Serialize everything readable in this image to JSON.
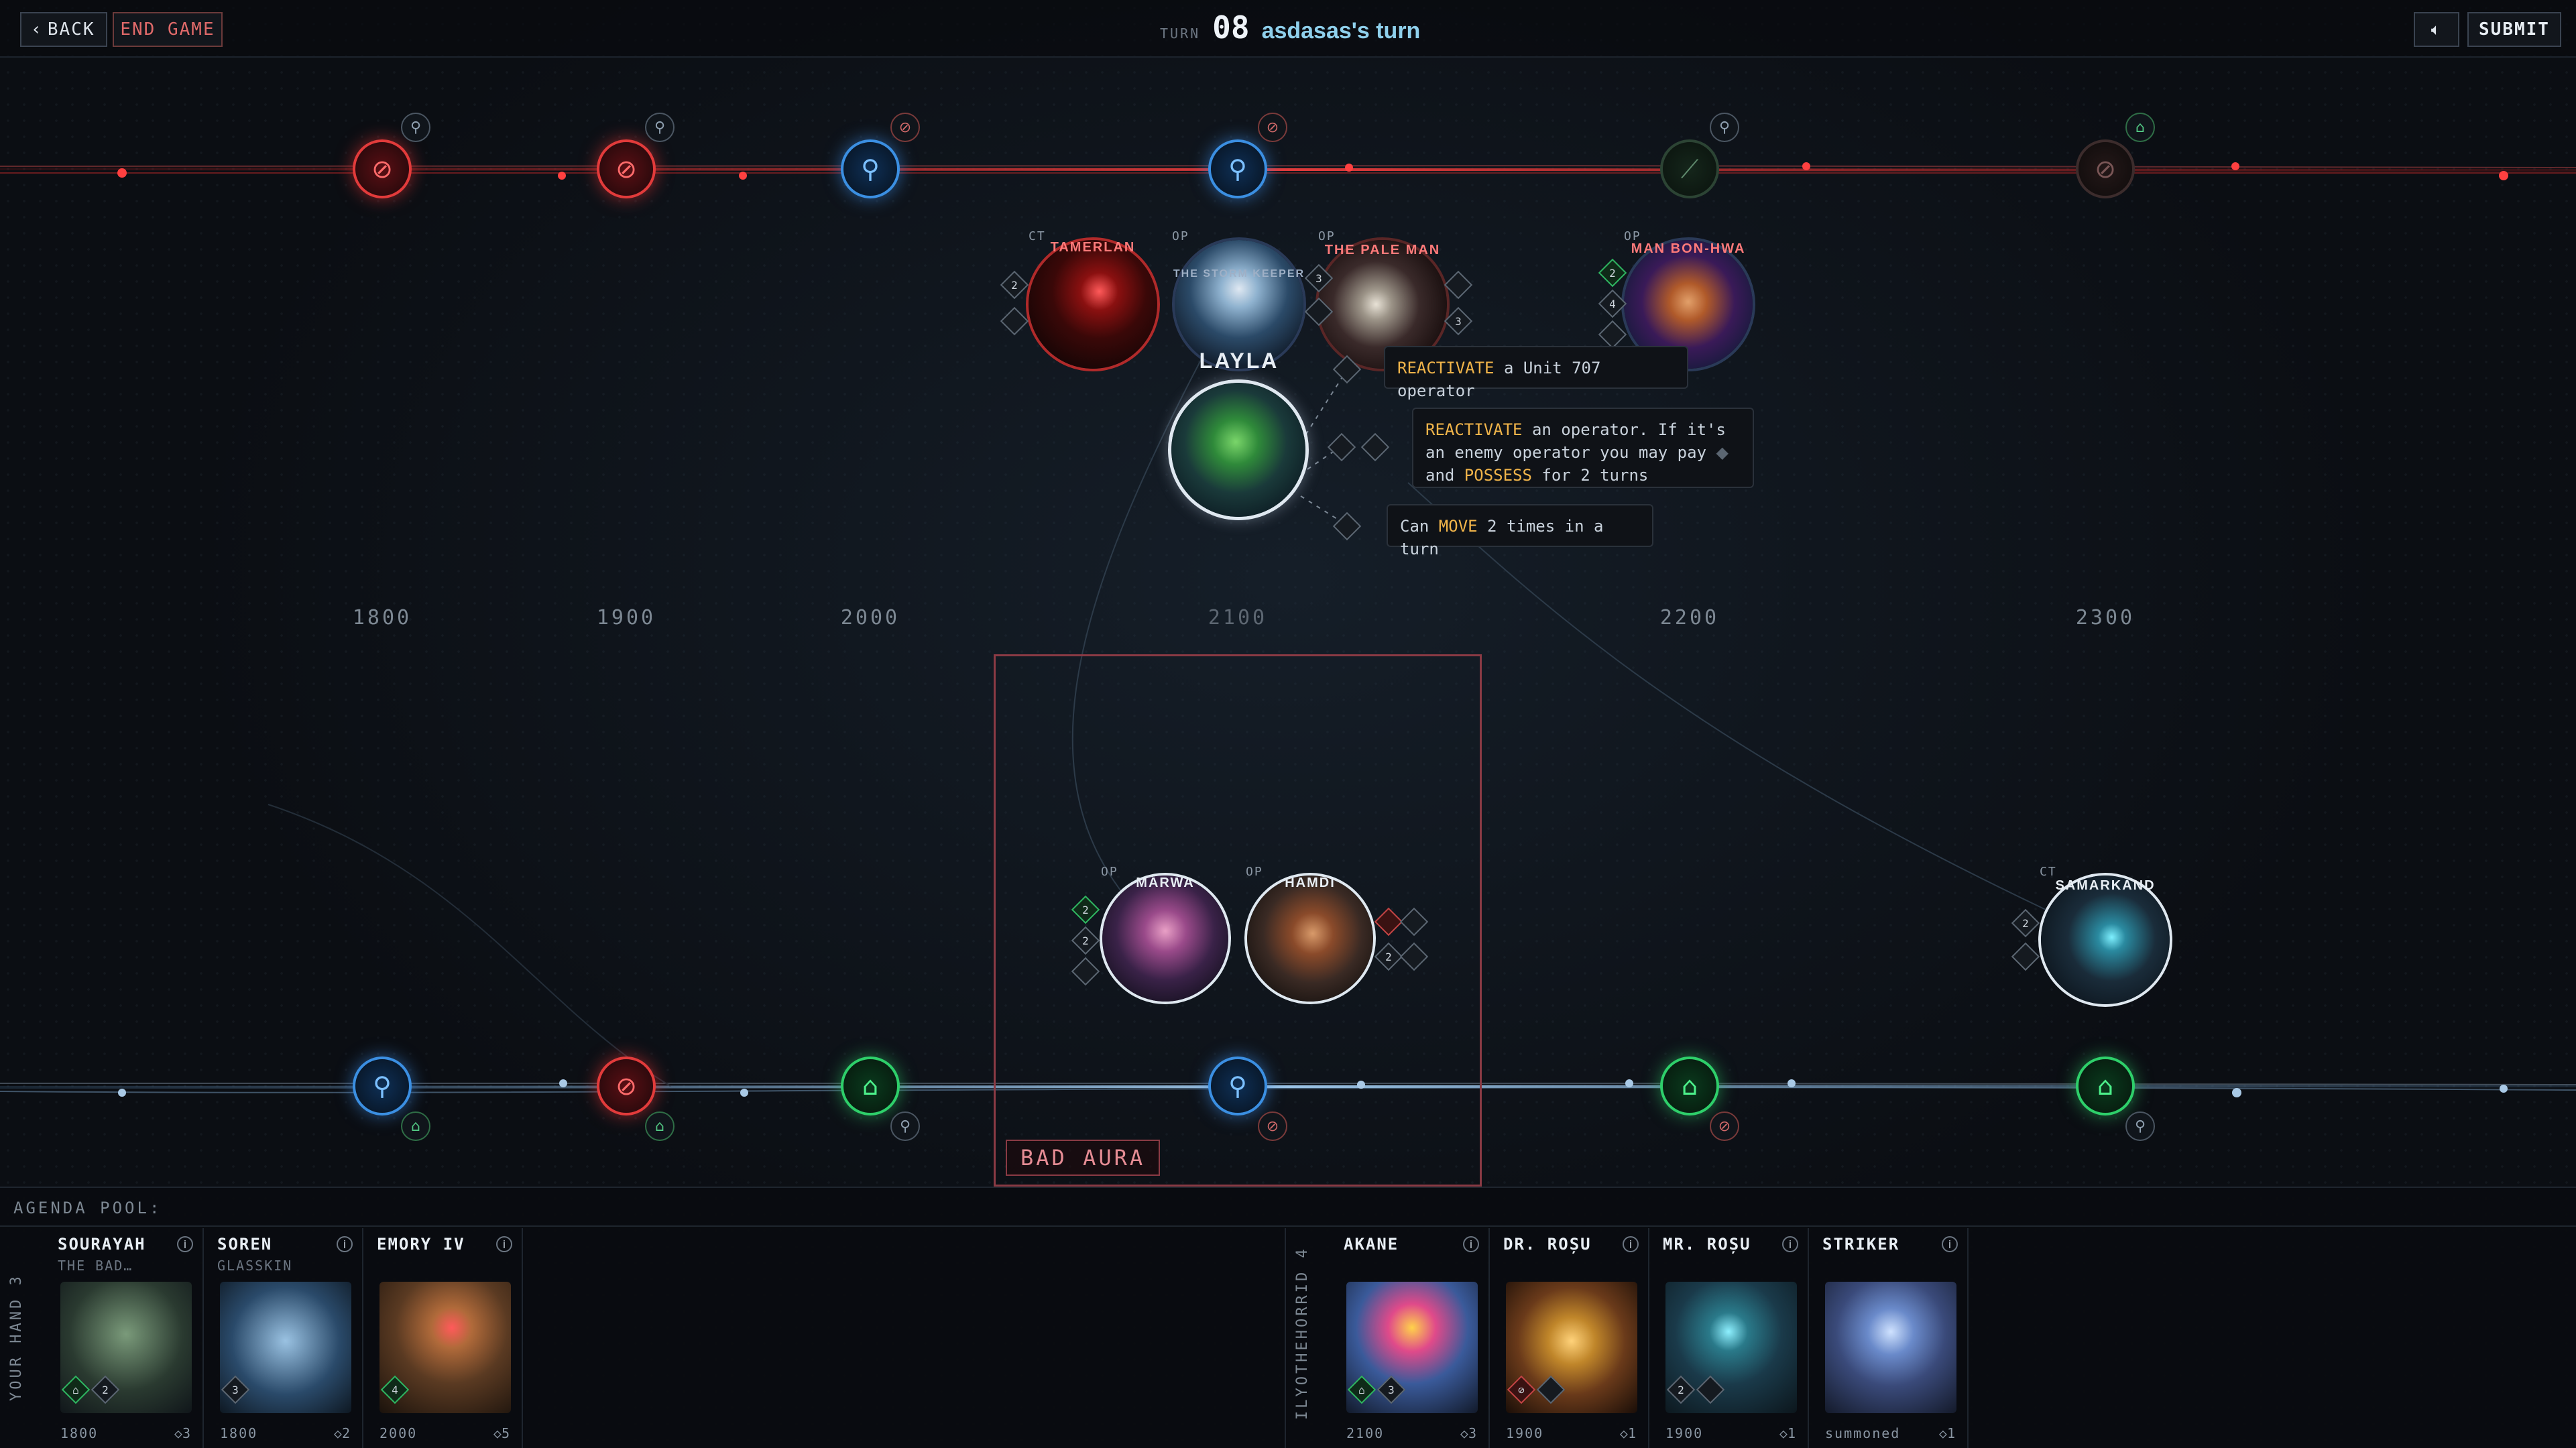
{
  "header": {
    "back_label": "BACK",
    "end_label": "END GAME",
    "turn_label": "TURN",
    "turn_number": "08",
    "turn_player": "asdasas's turn",
    "submit_label": "SUBMIT"
  },
  "timeline": {
    "years": [
      "1800",
      "1900",
      "2000",
      "2100",
      "2200",
      "2300"
    ]
  },
  "board": {
    "top_tokens": [
      {
        "name": "TAMERLAN",
        "type": "CT"
      },
      {
        "name": "THE STORM KEEPER",
        "type": "OP"
      },
      {
        "name": "THE PALE MAN",
        "type": "OP"
      },
      {
        "name": "MAN BON-HWA",
        "type": "OP"
      }
    ],
    "selected_name": "LAYLA",
    "abilities": [
      {
        "kw": "REACTIVATE",
        "rest": " a Unit 707 operator"
      },
      {
        "kw": "REACTIVATE",
        "rest": " an operator. If it's an enemy operator you may pay",
        "tail": "and ",
        "kw2": "POSSESS",
        "rest2": " for 2 turns"
      },
      {
        "pre": "Can ",
        "kw": "MOVE",
        "rest": " 2 times in a turn"
      }
    ],
    "bottom_tokens": [
      {
        "name": "MARWA",
        "type": "OP"
      },
      {
        "name": "HAMDI",
        "type": "OP"
      },
      {
        "name": "SAMARKAND",
        "type": "CT"
      }
    ],
    "aura_label": "BAD AURA"
  },
  "agenda": {
    "pool_label": "AGENDA POOL:",
    "your_hand_label": "YOUR HAND 3",
    "opponent_hand_label": "ILYOTHEHORRID 4",
    "your_cards": [
      {
        "name": "SOURAYAH",
        "sub": "THE BAD…",
        "year": "1800",
        "cost": "◇3",
        "b1": "",
        "b2": "2"
      },
      {
        "name": "SOREN",
        "sub": "GLASSKIN",
        "year": "1800",
        "cost": "◇2",
        "b1": "3",
        "b2": ""
      },
      {
        "name": "EMORY IV",
        "sub": "",
        "year": "2000",
        "cost": "◇5",
        "b1": "4",
        "b2": ""
      }
    ],
    "opponent_cards": [
      {
        "name": "AKANE",
        "sub": "",
        "year": "2100",
        "cost": "◇3",
        "b1": "",
        "b2": "3"
      },
      {
        "name": "DR. ROȘU",
        "sub": "",
        "year": "1900",
        "cost": "◇1",
        "b1": "",
        "b2": ""
      },
      {
        "name": "MR. ROȘU",
        "sub": "",
        "year": "1900",
        "cost": "◇1",
        "b1": "2",
        "b2": ""
      },
      {
        "name": "STRIKER",
        "sub": "",
        "year": "summoned",
        "cost": "◇1",
        "b1": "",
        "b2": ""
      }
    ]
  },
  "icons": {
    "back": "chevron-left-icon",
    "sound": "speaker-icon",
    "info": "info-icon"
  },
  "colors": {
    "red_lane": "#e23b3b",
    "blue_lane": "#6fa8d8",
    "accent_keyword": "#f0b44a",
    "turn_player": "#8fd0ec"
  },
  "node_counter_values": {
    "top": [
      "2",
      "4",
      "2",
      "3"
    ],
    "bottom": [
      "2",
      "2",
      "2",
      "2"
    ]
  }
}
